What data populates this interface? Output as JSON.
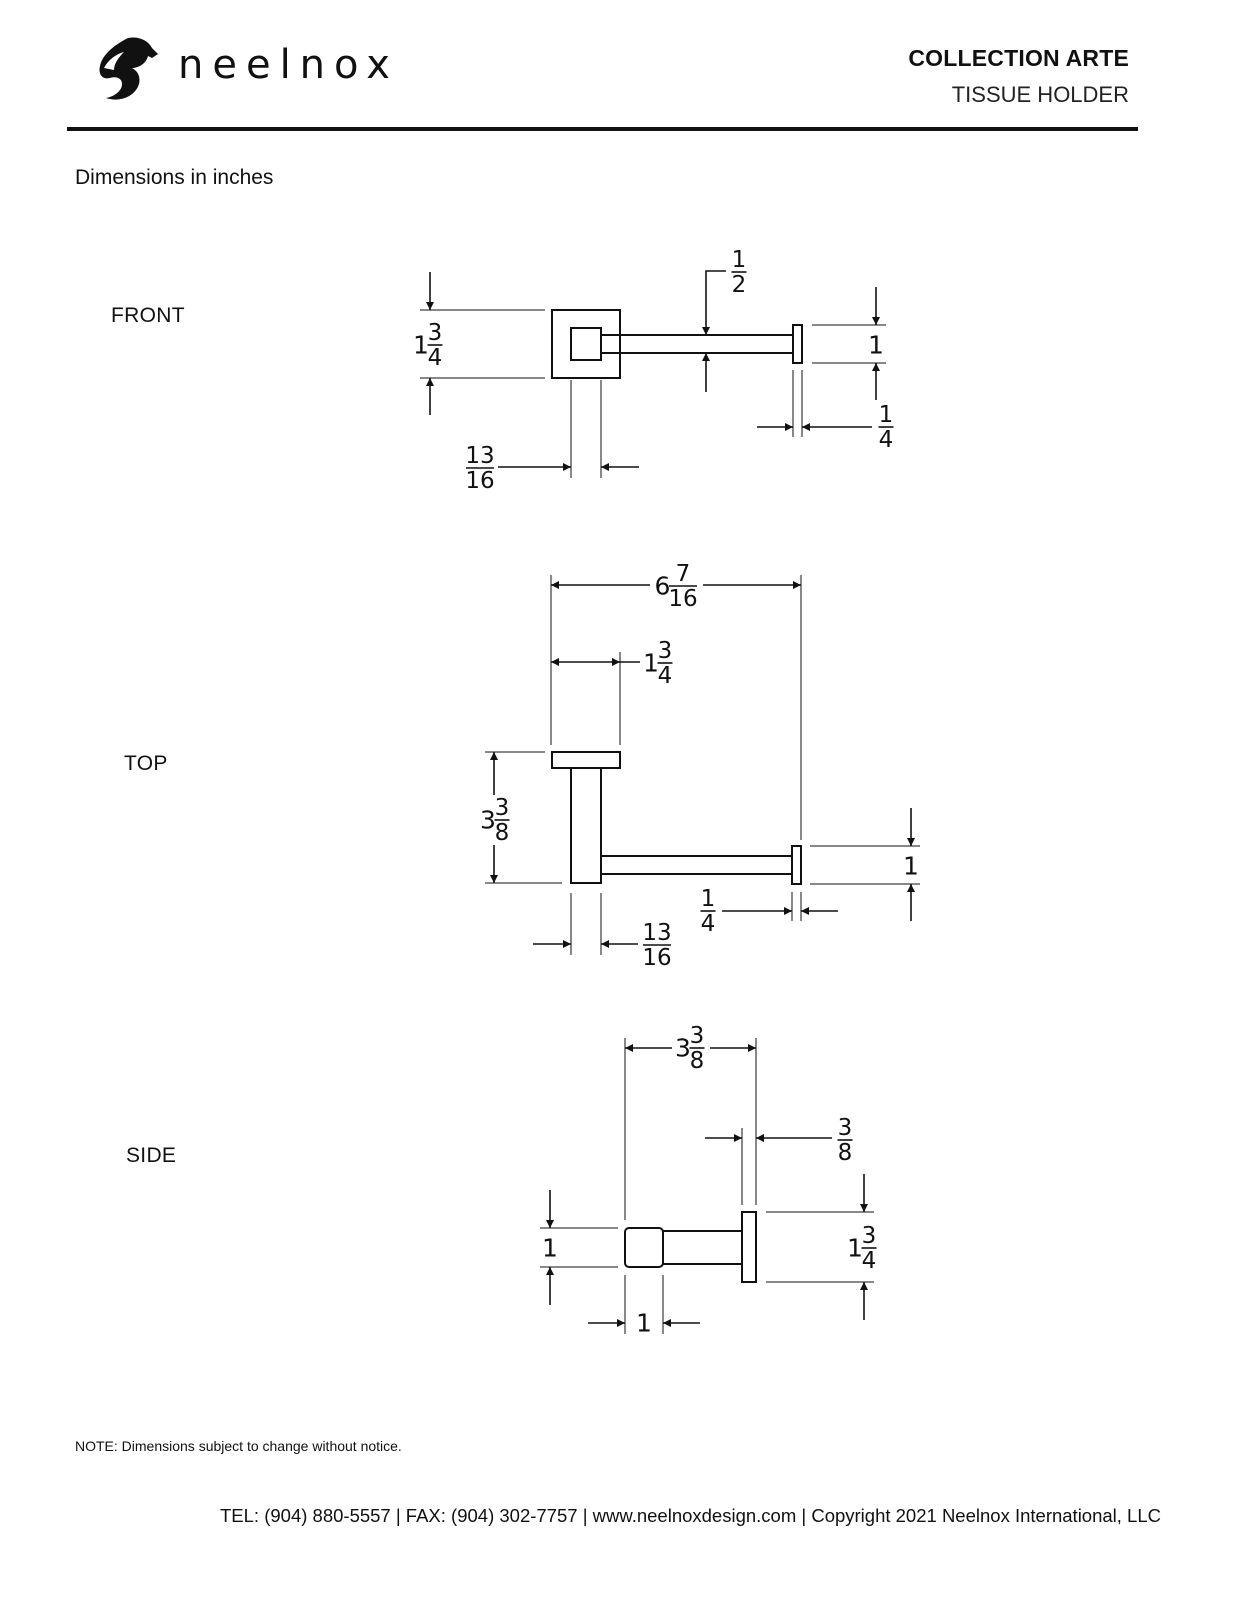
{
  "header": {
    "brand": "neelnox",
    "collection": "COLLECTION ARTE",
    "product": "TISSUE HOLDER"
  },
  "units_note": "Dimensions in inches",
  "views": {
    "front": {
      "label": "FRONT",
      "dims": {
        "plate_height": {
          "whole": "1",
          "num": "3",
          "den": "4"
        },
        "bar_diameter": {
          "whole": "",
          "num": "1",
          "den": "2"
        },
        "end_cap_height": {
          "whole": "1",
          "num": "",
          "den": ""
        },
        "end_cap_thickness": {
          "whole": "",
          "num": "1",
          "den": "4"
        },
        "post_width": {
          "whole": "",
          "num": "13",
          "den": "16"
        }
      }
    },
    "top": {
      "label": "TOP",
      "dims": {
        "overall_width": {
          "whole": "6",
          "num": "7",
          "den": "16"
        },
        "plate_width": {
          "whole": "1",
          "num": "3",
          "den": "4"
        },
        "projection": {
          "whole": "3",
          "num": "3",
          "den": "8"
        },
        "end_cap_height": {
          "whole": "1",
          "num": "",
          "den": ""
        },
        "end_cap_thickness": {
          "whole": "",
          "num": "1",
          "den": "4"
        },
        "post_width": {
          "whole": "",
          "num": "13",
          "den": "16"
        }
      }
    },
    "side": {
      "label": "SIDE",
      "dims": {
        "projection": {
          "whole": "3",
          "num": "3",
          "den": "8"
        },
        "plate_thickness": {
          "whole": "",
          "num": "3",
          "den": "8"
        },
        "cap_height": {
          "whole": "1",
          "num": "",
          "den": ""
        },
        "plate_height": {
          "whole": "1",
          "num": "3",
          "den": "4"
        },
        "cap_width": {
          "whole": "1",
          "num": "",
          "den": ""
        }
      }
    }
  },
  "note": "NOTE: Dimensions subject to change without notice.",
  "footer": "TEL: (904) 880-5557 | FAX: (904) 302-7757 | www.neelnoxdesign.com | Copyright 2021 Neelnox International, LLC",
  "colors": {
    "ink": "#111111",
    "background": "#ffffff"
  },
  "icons": {
    "logo": "horse-head-icon"
  }
}
